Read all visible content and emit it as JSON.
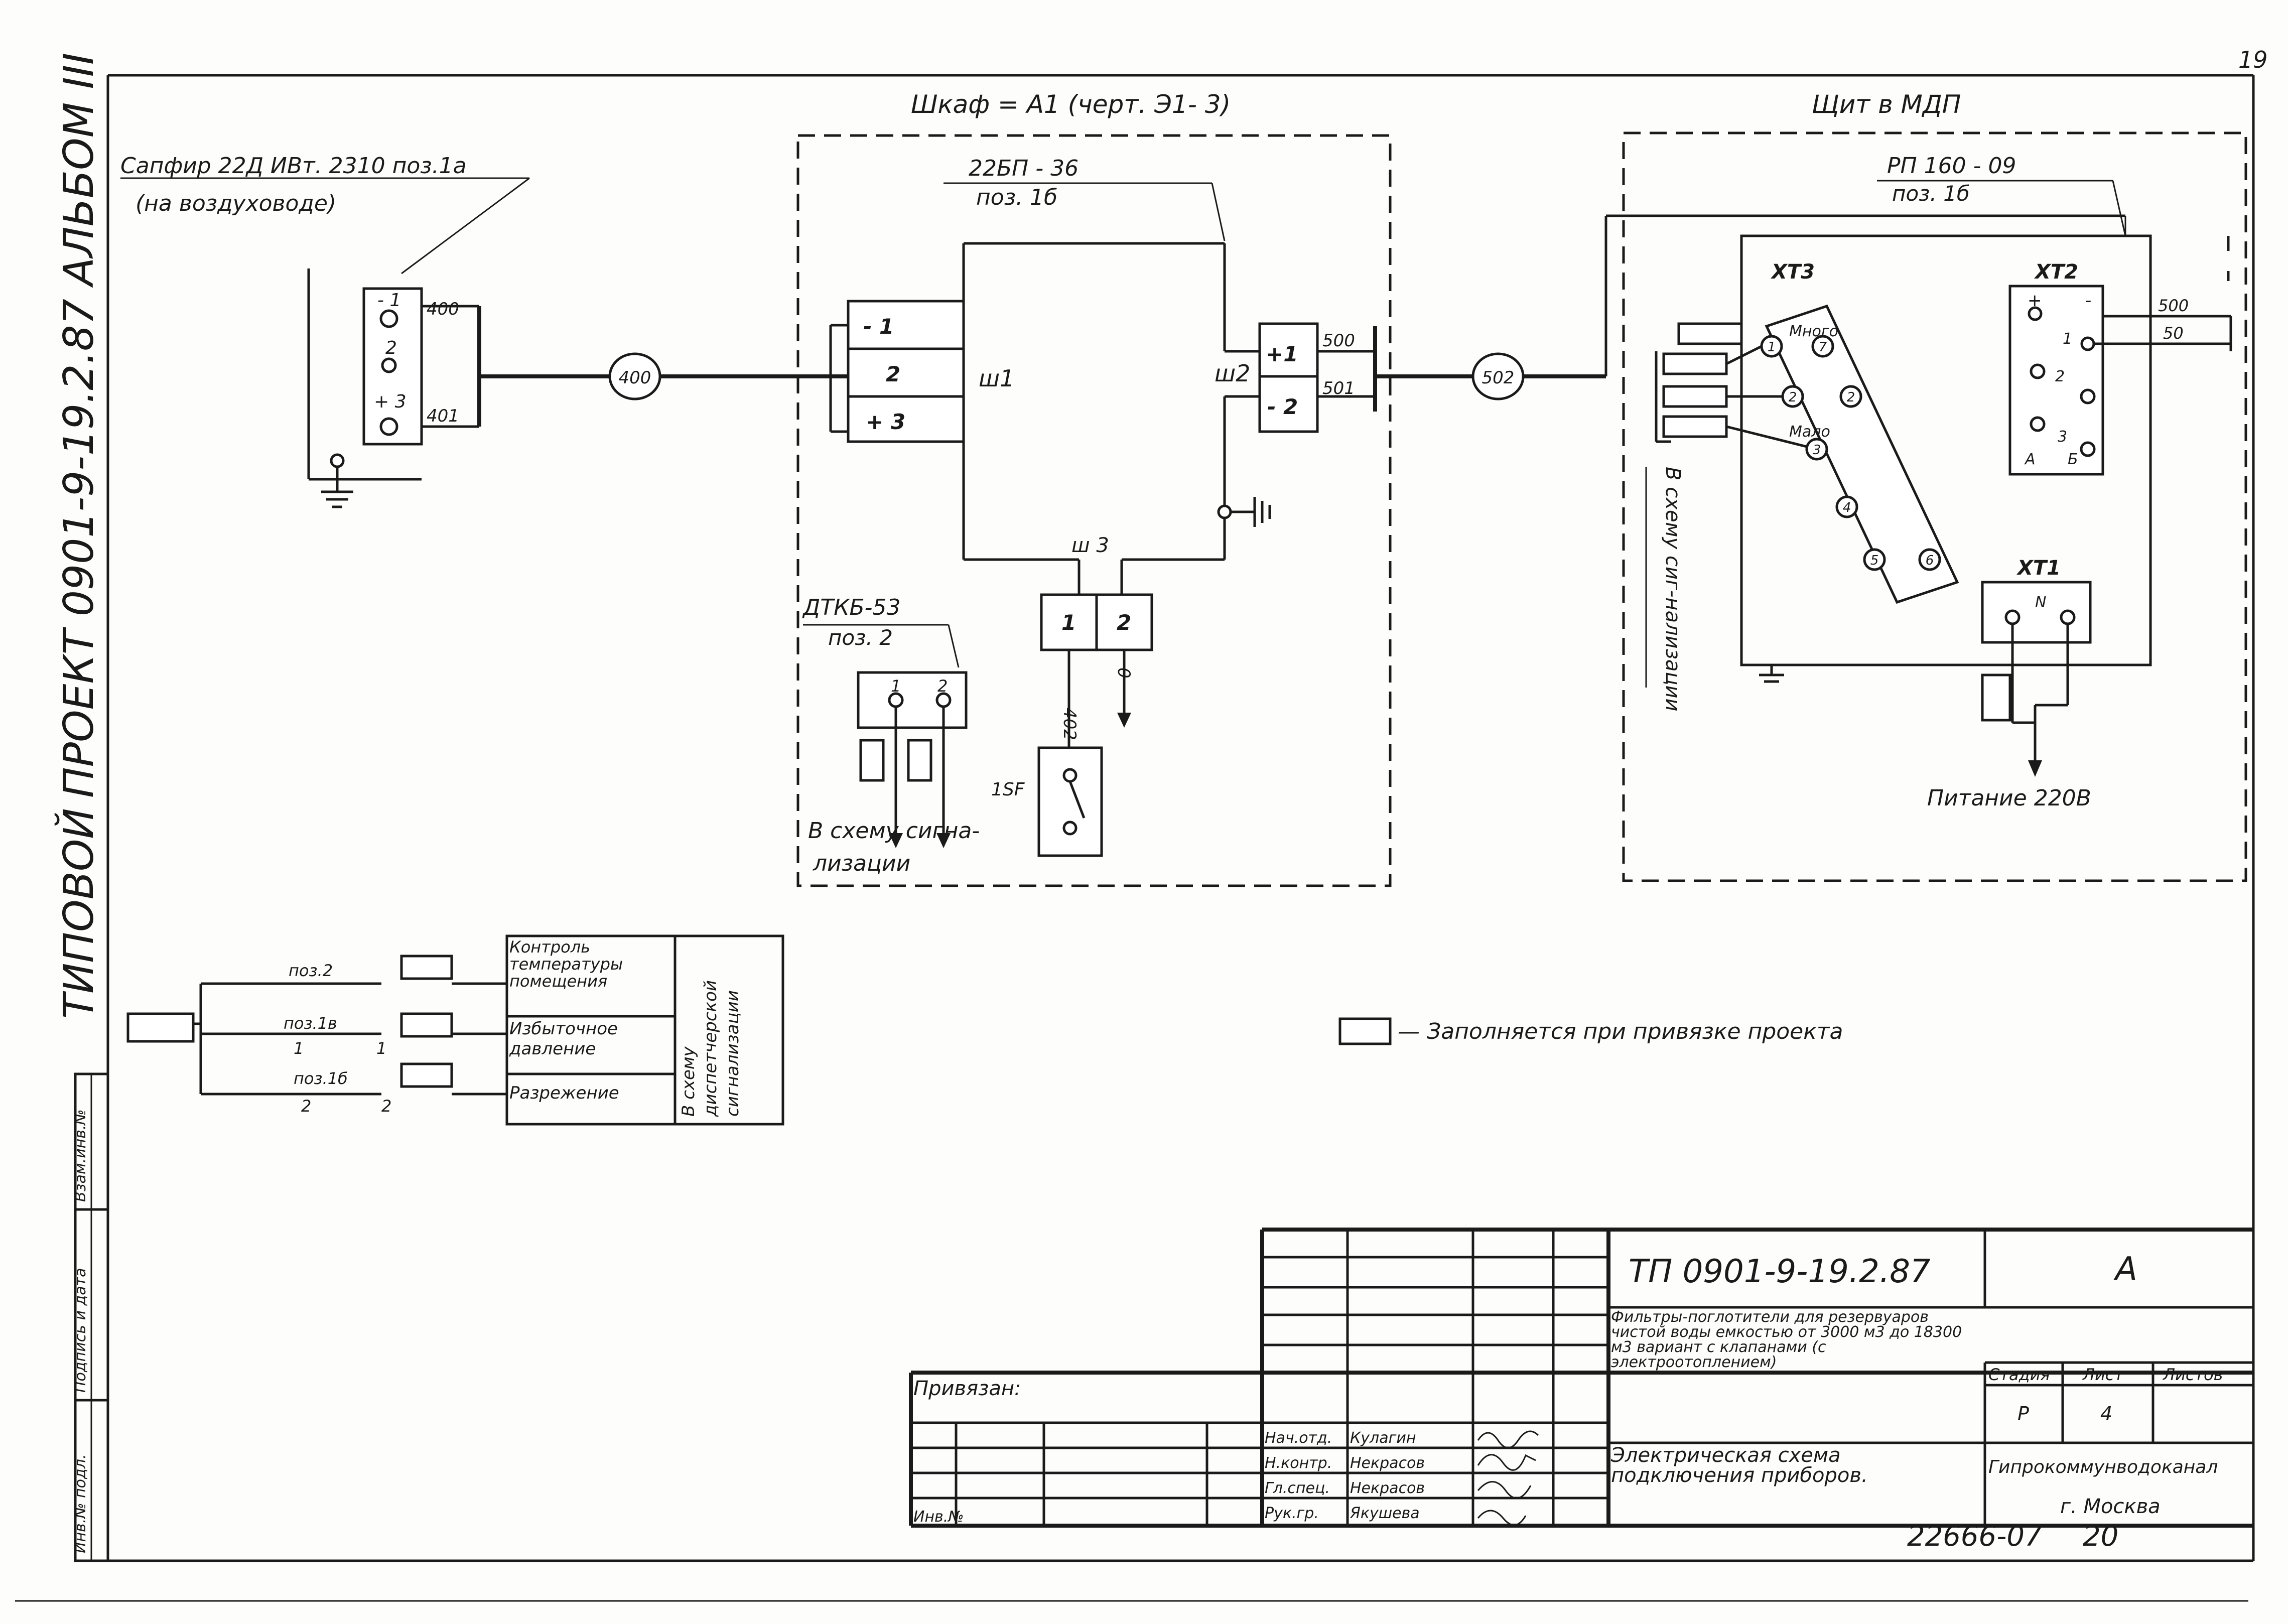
{
  "page_number": "19",
  "side_title": {
    "typovoi": "ТИПОВОЙ",
    "project": "ПРОЕКТ 0901-9-19.2.87 АЛЬБОМ III"
  },
  "left_strip": {
    "vzam": "Взам.инв.№",
    "podpis": "Подпись и дата",
    "inv": "Инв.№ подл."
  },
  "cabinet_a1": {
    "title": "Шкаф = А1  (черт. Э1- 3)",
    "relay_name": "22БП - 36",
    "relay_pos": "поз. 1б",
    "terminal_w1": [
      "- 1",
      "2",
      "+ 3"
    ],
    "w1_label": "ш1",
    "terminal_w2": [
      "+1",
      "- 2"
    ],
    "w2_label": "ш2",
    "w2_wires": [
      "500",
      "501"
    ],
    "w3_label": "ш 3",
    "terminal_w3": [
      "1",
      "2"
    ],
    "w3_wires": [
      "402",
      "0"
    ],
    "switch_label": "1SF",
    "sensor_name": "ДТКБ-53",
    "sensor_pos": "поз. 2",
    "sensor_terminals": [
      "1",
      "2"
    ],
    "signal_note_1": "В схему сигна-",
    "signal_note_2": "лизации"
  },
  "sapphire": {
    "name": "Сапфир 22Д ИВт. 2310 поз.1а",
    "note": "(на воздуховоде)",
    "terminals": [
      "- 1",
      "2",
      "+ 3"
    ],
    "wires": [
      "400",
      "401"
    ]
  },
  "cable_markers": [
    "400",
    "502"
  ],
  "panel_mdp": {
    "title": "Щит в МДП",
    "device_name": "РП 160 - 09",
    "device_pos": "поз. 1б",
    "xt3": "ХТ3",
    "xt3_many": "Много",
    "xt3_few": "Мало",
    "xt3_contacts": [
      "1",
      "7",
      "2",
      "2",
      "3",
      "4",
      "5",
      "6"
    ],
    "xt2": "ХТ2",
    "xt2_signs": [
      "+",
      "-"
    ],
    "xt2_contacts": [
      "1",
      "2",
      "3"
    ],
    "xt2_letters": [
      "А",
      "Б"
    ],
    "xt2_wires": [
      "500",
      "50"
    ],
    "xt1": "ХТ1",
    "xt1_n": "N",
    "signal_note": "В схему сиг-нализации",
    "power": "Питание 220В"
  },
  "signal_table": {
    "rows": [
      {
        "pos": "поз.2",
        "a": "",
        "b": "",
        "text": "Контроль температуры помещения"
      },
      {
        "pos": "поз.1в",
        "a": "1",
        "b": "1",
        "text": "Избыточное давление"
      },
      {
        "pos": "поз.1б",
        "a": "2",
        "b": "2",
        "text": "Разрежение"
      }
    ],
    "dispatch": "В схему диспетчерской сигнализации"
  },
  "legend": "— Заполняется при привязке проекта",
  "title_block": {
    "code": "ТП 0901-9-19.2.87",
    "format": "А",
    "privyazan": "Привязан:",
    "inv": "Инв.№",
    "description": "Фильтры-поглотители для резервуаров чистой воды емкостью от 3000 м3 до 18300 м3 вариант с клапанами (с электроотоплением)",
    "sheet_title": "Электрическая схема подключения приборов.",
    "stage_h": "Стадия",
    "sheet_h": "Лист",
    "sheets_h": "Листов",
    "stage": "Р",
    "sheet": "4",
    "sheets": "",
    "org": "Гипрокоммунводоканал",
    "city": "г. Москва",
    "roles": [
      {
        "role": "Нач.отд.",
        "name": "Кулагин"
      },
      {
        "role": "Н.контр.",
        "name": "Некрасов"
      },
      {
        "role": "Гл.спец.",
        "name": "Некрасов"
      },
      {
        "role": "Рук.гр.",
        "name": "Якушева"
      }
    ],
    "stamp_number": "22666-07",
    "stamp_page": "20"
  }
}
